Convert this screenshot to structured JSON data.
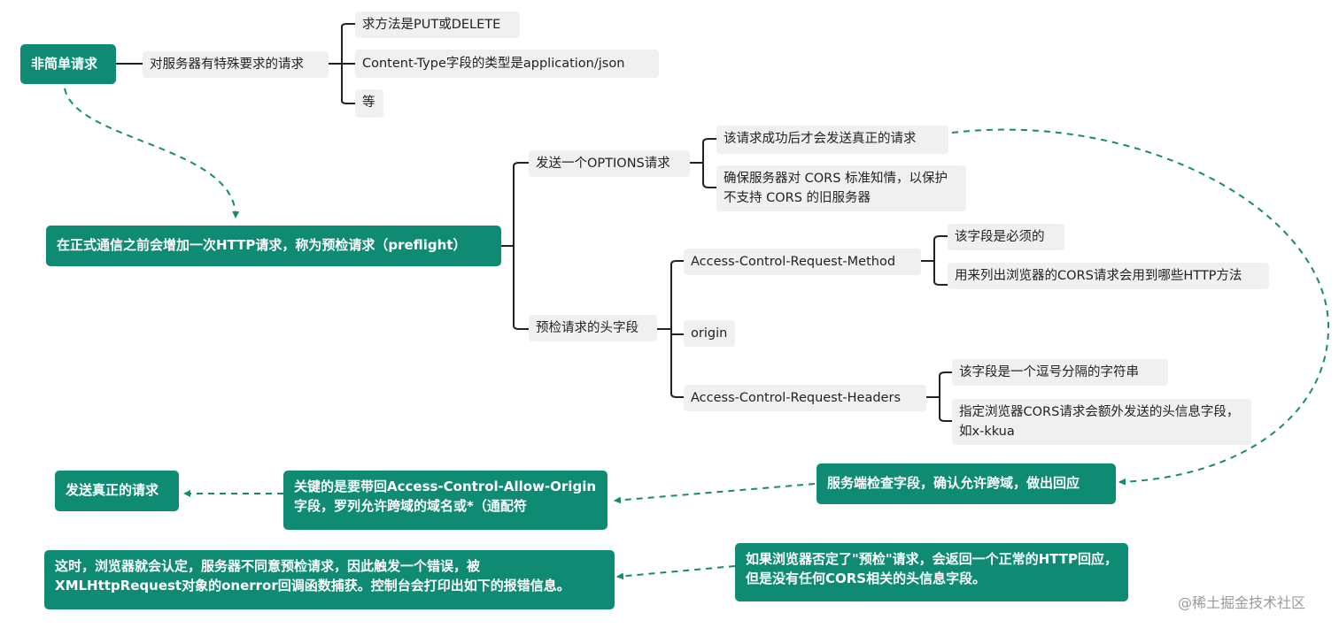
{
  "nodes": {
    "non_simple": "非简单请求",
    "special_req": "对服务器有特殊要求的请求",
    "method_put_delete": "求方法是PUT或DELETE",
    "content_type": "Content-Type字段的类型是application/json",
    "etc": "等",
    "preflight": "在正式通信之前会增加一次HTTP请求，称为预检请求（preflight）",
    "send_options": "发送一个OPTIONS请求",
    "success_then_send": "该请求成功后才会发送真正的请求",
    "ensure_cors": "确保服务器对 CORS 标准知情，以保护不支持 CORS 的旧服务器",
    "headers": "预检请求的头字段",
    "acr_method": "Access-Control-Request-Method",
    "required": "该字段是必须的",
    "list_methods": "用来列出浏览器的CORS请求会用到哪些HTTP方法",
    "origin": "origin",
    "acr_headers": "Access-Control-Request-Headers",
    "comma_string": "该字段是一个逗号分隔的字符串",
    "extra_headers": "指定浏览器CORS请求会额外发送的头信息字段，如x-kkua",
    "server_check": "服务端检查字段，确认允许跨域，做出回应",
    "key_allow_origin": "关键的是要带回Access-Control-Allow-Origin字段，罗列允许跨域的域名或*（通配符",
    "send_real": "发送真正的请求",
    "browser_reject": "如果浏览器否定了\"预检\"请求，会返回一个正常的HTTP回应，但是没有任何CORS相关的头信息字段。",
    "onerror": "这时，浏览器就会认定，服务器不同意预检请求，因此触发一个错误，被XMLHttpRequest对象的onerror回调函数捕获。控制台会打印出如下的报错信息。"
  },
  "watermark": "@稀土掘金技术社区",
  "colors": {
    "node_green": "#0f8a73",
    "node_gray": "#f0f0f0",
    "line_dark": "#222222",
    "dashed": "#178a6f"
  }
}
